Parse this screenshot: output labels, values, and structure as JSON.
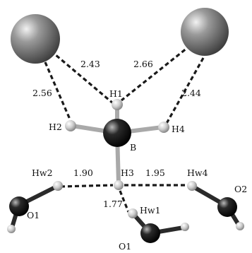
{
  "diagram": {
    "atom_labels": {
      "H1": "H1",
      "H2": "H2",
      "H3": "H3",
      "H4": "H4",
      "B": "B",
      "Hw1": "Hw1",
      "Hw2": "Hw2",
      "Hw4": "Hw4",
      "O1_left": "O1",
      "O1_bottom": "O1",
      "O2": "O2"
    },
    "distances": {
      "d_M1_H1": "2.43",
      "d_M1_H2": "2.56",
      "d_M2_H1": "2.66",
      "d_M2_H4": "2.44",
      "d_H3_Hw2": "1.90",
      "d_H3_Hw4": "1.95",
      "d_H3_Hw1": "1.77"
    },
    "colors": {
      "metal_atom": "#7a7a7a",
      "boron_atom": "#1c1c1c",
      "oxygen_atom": "#1c1c1c",
      "hydrogen_atom": "#cfcfcf",
      "bond_gray": "#a9a9a9",
      "bond_dark": "#2a2a2a",
      "hbond_dash": "#1a1a1a"
    }
  }
}
